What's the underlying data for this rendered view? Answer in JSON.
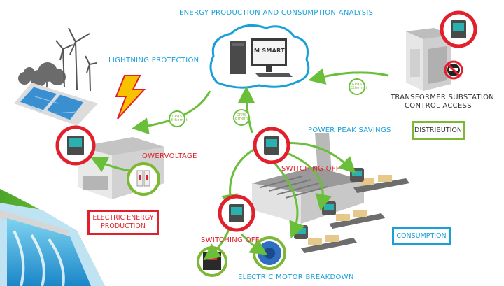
{
  "title": "ENERGY PRODUCTION AND CONSUMPTION ANALYSIS",
  "labels": {
    "lightning": "LIGHTNING PROTECTION",
    "transformer_line1": "TRANSFORMER SUBSTATION",
    "transformer_line2": "CONTROL ACCESS",
    "overvoltage": "OWERVOLTAGE",
    "power_peak": "POWER PEAK SAVINGS",
    "switching_off_top": "SWITCHING OFF",
    "switching_off_bottom": "SWITCHING OFF",
    "motor": "ELECTRIC MOTOR BREAKDOWN",
    "computer_brand": "M SMART",
    "gprs_1": "GPRS Ethernet",
    "gprs_2": "GPRS Ethernet",
    "gprs_3": "GPRS Ethernet"
  },
  "boxes": {
    "distribution": "DISTRIBUTION",
    "production_line1": "ELECTRIC ENERGY",
    "production_line2": "PRODUCTION",
    "consumption": "CONSUMPTION"
  },
  "colors": {
    "blue": "#1aa0d8",
    "red": "#e2202c",
    "green": "#7cb833",
    "arrow_green": "#6abf3a",
    "device_screen": "#2bb0b0"
  },
  "icons": [
    "monitor-icon",
    "wind-turbine-icon",
    "solar-panel-icon",
    "lightning-bolt-icon",
    "factory-icon",
    "conveyor-icon",
    "motor-icon",
    "power-meter-icon",
    "thief-icon",
    "substation-icon",
    "dam-icon"
  ]
}
